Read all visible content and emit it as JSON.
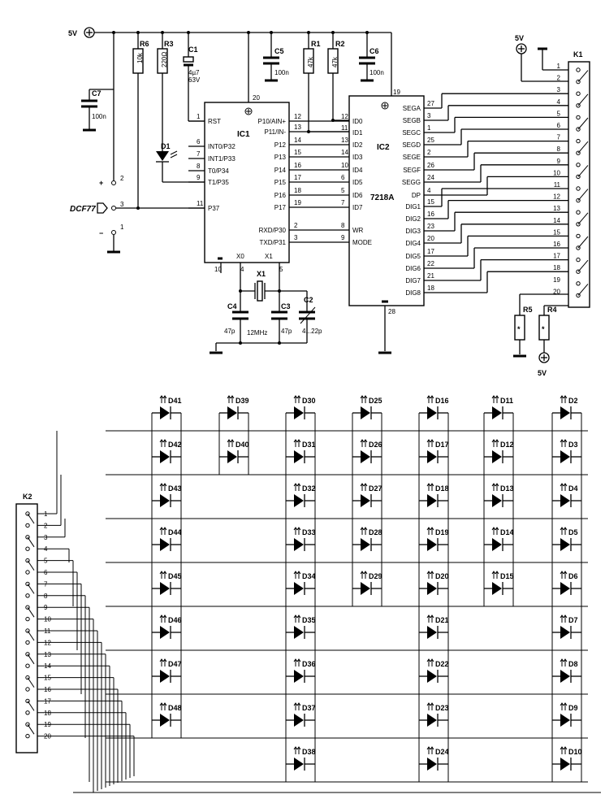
{
  "power": {
    "vcc": "5V",
    "vcc_k1": "5V",
    "vcc_r4": "5V"
  },
  "ic1": {
    "name": "IC1",
    "pin_vcc": "20",
    "pin_gnd": "10",
    "left": [
      [
        "RST",
        "1"
      ],
      [
        "INT0/P32",
        "6"
      ],
      [
        "INT1/P33",
        "7"
      ],
      [
        "T0/P34",
        "8"
      ],
      [
        "T1/P35",
        "9"
      ],
      [
        "P37",
        "11"
      ]
    ],
    "right": [
      [
        "P10/AIN+",
        "12"
      ],
      [
        "P11/IN-",
        "13"
      ],
      [
        "P12",
        "14"
      ],
      [
        "P13",
        "15"
      ],
      [
        "P14",
        "16"
      ],
      [
        "P15",
        "17"
      ],
      [
        "P16",
        "18"
      ],
      [
        "P17",
        "19"
      ],
      [
        "RXD/P30",
        "2"
      ],
      [
        "TXD/P31",
        "3"
      ]
    ],
    "x0": "X0",
    "x1": "X1",
    "pin_x0": "4",
    "pin_x1": "5"
  },
  "ic2": {
    "name": "IC2",
    "type": "7218A",
    "pin_vcc": "19",
    "pin_gnd": "28",
    "left": [
      [
        "ID0",
        "12"
      ],
      [
        "ID1",
        "11"
      ],
      [
        "ID2",
        "13"
      ],
      [
        "ID3",
        "14"
      ],
      [
        "ID4",
        "10"
      ],
      [
        "ID5",
        "6"
      ],
      [
        "ID6",
        "5"
      ],
      [
        "ID7",
        "7"
      ],
      [
        "WR",
        "8"
      ],
      [
        "MODE",
        "9"
      ]
    ],
    "right": [
      [
        "SEGA",
        "27"
      ],
      [
        "SEGB",
        "3"
      ],
      [
        "SEGC",
        "1"
      ],
      [
        "SEGD",
        "25"
      ],
      [
        "SEGE",
        "2"
      ],
      [
        "SEGF",
        "26"
      ],
      [
        "SEGG",
        "24"
      ],
      [
        "DP",
        "4"
      ],
      [
        "DIG1",
        "15"
      ],
      [
        "DIG2",
        "16"
      ],
      [
        "DIG3",
        "23"
      ],
      [
        "DIG4",
        "20"
      ],
      [
        "DIG5",
        "17"
      ],
      [
        "DIG6",
        "22"
      ],
      [
        "DIG7",
        "21"
      ],
      [
        "DIG8",
        "18"
      ]
    ]
  },
  "components": {
    "r6": {
      "name": "R6",
      "value": "10k"
    },
    "r3": {
      "name": "R3",
      "value": "220Ω"
    },
    "c1": {
      "name": "C1",
      "value1": "4µ7",
      "value2": "63V"
    },
    "c5": {
      "name": "C5",
      "value": "100n"
    },
    "r1": {
      "name": "R1",
      "value": "47k"
    },
    "r2": {
      "name": "R2",
      "value": "47k"
    },
    "c6": {
      "name": "C6",
      "value": "100n"
    },
    "c7": {
      "name": "C7",
      "value": "100n"
    },
    "d1": {
      "name": "D1"
    },
    "x1": {
      "name": "X1",
      "freq": "12MHz"
    },
    "c4": {
      "name": "C4",
      "value": "47p"
    },
    "c3": {
      "name": "C3",
      "value": "47p"
    },
    "c2": {
      "name": "C2",
      "value": "4...22p"
    },
    "r5": {
      "name": "R5",
      "value": "*"
    },
    "r4": {
      "name": "R4",
      "value": "*"
    }
  },
  "dcf": {
    "label": "DCF77",
    "plus": "+",
    "minus": "−",
    "p1": "1",
    "p2": "2",
    "p3": "3"
  },
  "k1": {
    "name": "K1",
    "pins": [
      "1",
      "2",
      "3",
      "4",
      "5",
      "6",
      "7",
      "8",
      "9",
      "10",
      "11",
      "12",
      "13",
      "14",
      "15",
      "16",
      "17",
      "18",
      "19",
      "20"
    ]
  },
  "k2": {
    "name": "K2",
    "pins": [
      "1",
      "2",
      "3",
      "4",
      "5",
      "6",
      "7",
      "8",
      "9",
      "10",
      "11",
      "12",
      "13",
      "14",
      "15",
      "16",
      "17",
      "18",
      "19",
      "20"
    ]
  },
  "leds": {
    "columns": [
      [
        "D41",
        "D42",
        "D43",
        "D44",
        "D45",
        "D46",
        "D47",
        "D48"
      ],
      [
        "D39",
        "D40"
      ],
      [
        "D30",
        "D31",
        "D32",
        "D33",
        "D34",
        "D35",
        "D36",
        "D37",
        "D38"
      ],
      [
        "D25",
        "D26",
        "D27",
        "D28",
        "D29"
      ],
      [
        "D16",
        "D17",
        "D18",
        "D19",
        "D20",
        "D21",
        "D22",
        "D23",
        "D24"
      ],
      [
        "D11",
        "D12",
        "D13",
        "D14",
        "D15"
      ],
      [
        "D2",
        "D3",
        "D4",
        "D5",
        "D6",
        "D7",
        "D8",
        "D9",
        "D10"
      ]
    ]
  }
}
